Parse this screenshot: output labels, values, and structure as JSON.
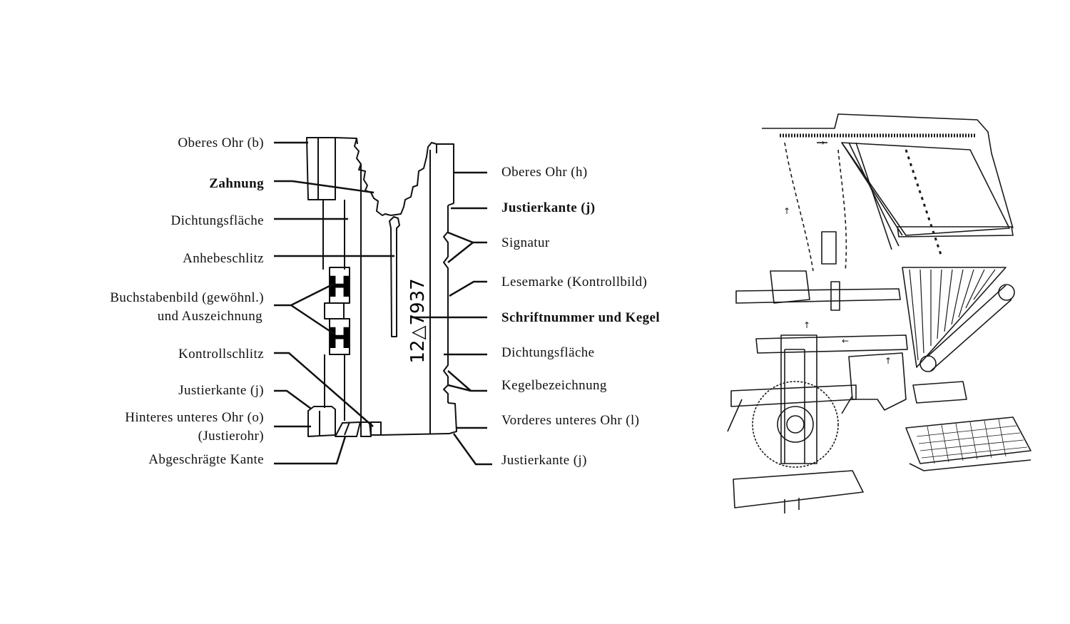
{
  "left_labels": [
    {
      "id": "oberes-ohr-b",
      "text": "Oberes Ohr (b)"
    },
    {
      "id": "zahnung",
      "text": "Zahnung"
    },
    {
      "id": "dichtungsflaeche-left",
      "text": "Dichtungsfläche"
    },
    {
      "id": "anhebeschlitz",
      "text": "Anhebeschlitz"
    },
    {
      "id": "buchstabenbild",
      "text": "Buchstabenbild (gewöhnl.)",
      "text2": "und Auszeichnung"
    },
    {
      "id": "kontrollschlitz",
      "text": "Kontrollschlitz"
    },
    {
      "id": "justierkante-j-left",
      "text": "Justierkante (j)"
    },
    {
      "id": "hinteres-unteres-ohr",
      "text": "Hinteres unteres Ohr (o)",
      "text2": "(Justierohr)"
    },
    {
      "id": "abgeschraegte-kante",
      "text": "Abgeschrägte Kante"
    }
  ],
  "right_labels": [
    {
      "id": "oberes-ohr-h",
      "text": "Oberes Ohr (h)"
    },
    {
      "id": "justierkante-j-top",
      "text": "Justierkante (j)"
    },
    {
      "id": "signatur",
      "text": "Signatur"
    },
    {
      "id": "lesemarke",
      "text": "Lesemarke (Kontrollbild)"
    },
    {
      "id": "schriftnummer",
      "text": "Schriftnummer und Kegel"
    },
    {
      "id": "dichtungsflaeche-right",
      "text": "Dichtungsfläche"
    },
    {
      "id": "kegelbezeichnung",
      "text": "Kegelbezeichnung"
    },
    {
      "id": "vorderes-unteres-ohr",
      "text": "Vorderes unteres Ohr (l)"
    },
    {
      "id": "justierkante-j-bottom",
      "text": "Justierkante (j)"
    }
  ],
  "matrix": {
    "engraving": "12△7937",
    "letter_glyph": "H"
  },
  "illustration": {
    "subject": "typesetting-machine-matrix-magazine"
  }
}
